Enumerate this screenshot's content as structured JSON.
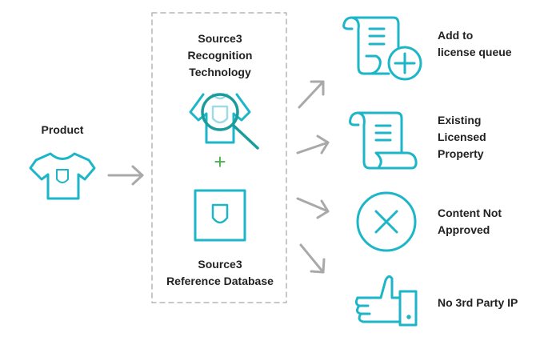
{
  "input": {
    "label": "Product"
  },
  "process": {
    "recognition_title": [
      "Source3",
      "Recognition",
      "Technology"
    ],
    "plus_symbol": "+",
    "database_title": [
      "Source3",
      "Reference Database"
    ]
  },
  "outcomes": [
    {
      "lines": [
        "Add to",
        "license queue"
      ],
      "icon": "scroll-plus-icon"
    },
    {
      "lines": [
        "Existing",
        "Licensed",
        "Property"
      ],
      "icon": "scroll-icon"
    },
    {
      "lines": [
        "Content Not",
        "Approved"
      ],
      "icon": "circle-x-icon"
    },
    {
      "lines": [
        "No 3rd Party IP"
      ],
      "icon": "thumbs-up-icon"
    }
  ],
  "colors": {
    "accent": "#1cb6c8",
    "magnifier": "#1a9c9c",
    "arrow": "#a9a9a9",
    "plus": "#4cb04c",
    "text": "#222222"
  }
}
